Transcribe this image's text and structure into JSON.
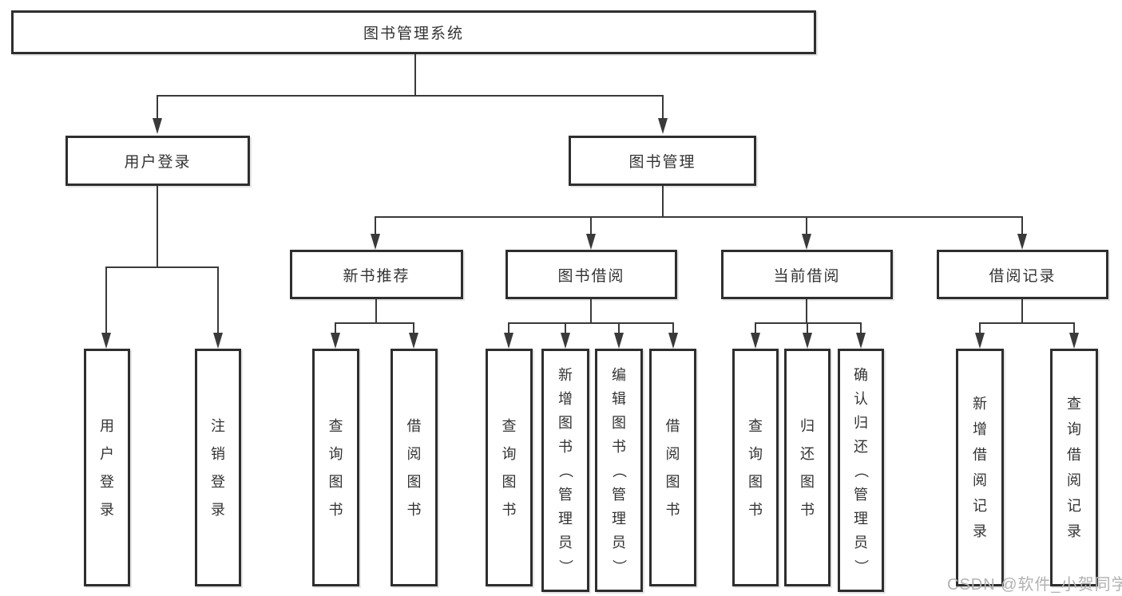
{
  "title": "图书管理系统",
  "watermark": "CSDN @软件_小贺同学",
  "colors": {
    "border": "#2e2e2e",
    "line": "#3a3a3a",
    "text": "#333333",
    "watermark": "#b2b2b2",
    "background": "#ffffff"
  },
  "tree": {
    "root": "图书管理系统",
    "children": [
      {
        "label": "用户登录",
        "children": [
          "用户登录",
          "注销登录"
        ]
      },
      {
        "label": "图书管理",
        "children": [
          {
            "label": "新书推荐",
            "children": [
              "查询图书",
              "借阅图书"
            ]
          },
          {
            "label": "图书借阅",
            "children": [
              "查询图书",
              "新增图书（管理员）",
              "编辑图书（管理员）",
              "借阅图书"
            ]
          },
          {
            "label": "当前借阅",
            "children": [
              "查询图书",
              "归还图书",
              "确认归还（管理员）"
            ]
          },
          {
            "label": "借阅记录",
            "children": [
              "新增借阅记录",
              "查询借阅记录"
            ]
          }
        ]
      }
    ]
  }
}
